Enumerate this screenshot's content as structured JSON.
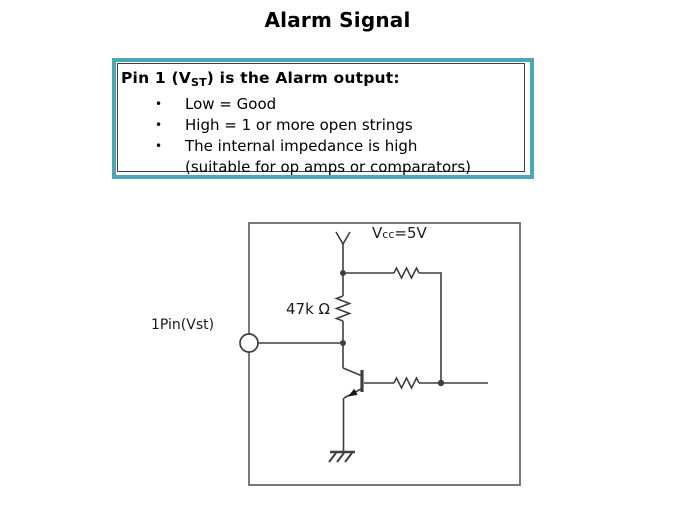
{
  "title": "Alarm Signal",
  "colors": {
    "accent_teal": "#4AA8B6",
    "inner_border": "#3F3F3F",
    "wire": "#3F3F3F",
    "circuit_box_border": "#6A6A6A"
  },
  "info_box": {
    "heading_pre": "Pin 1 (V",
    "heading_sub": "ST",
    "heading_post": ") is the Alarm output:",
    "bullet_char": "•",
    "bullets": [
      "Low = Good",
      "High = 1 or more open strings",
      "The internal impedance is high"
    ],
    "bullet3_continuation": "(suitable for op amps or comparators)"
  },
  "circuit": {
    "pin_label": "1Pin(Vst)",
    "pullup_resistor_value": "47k Ω",
    "vcc_pre": "V",
    "vcc_sub": "cc",
    "vcc_post": "=5V"
  }
}
